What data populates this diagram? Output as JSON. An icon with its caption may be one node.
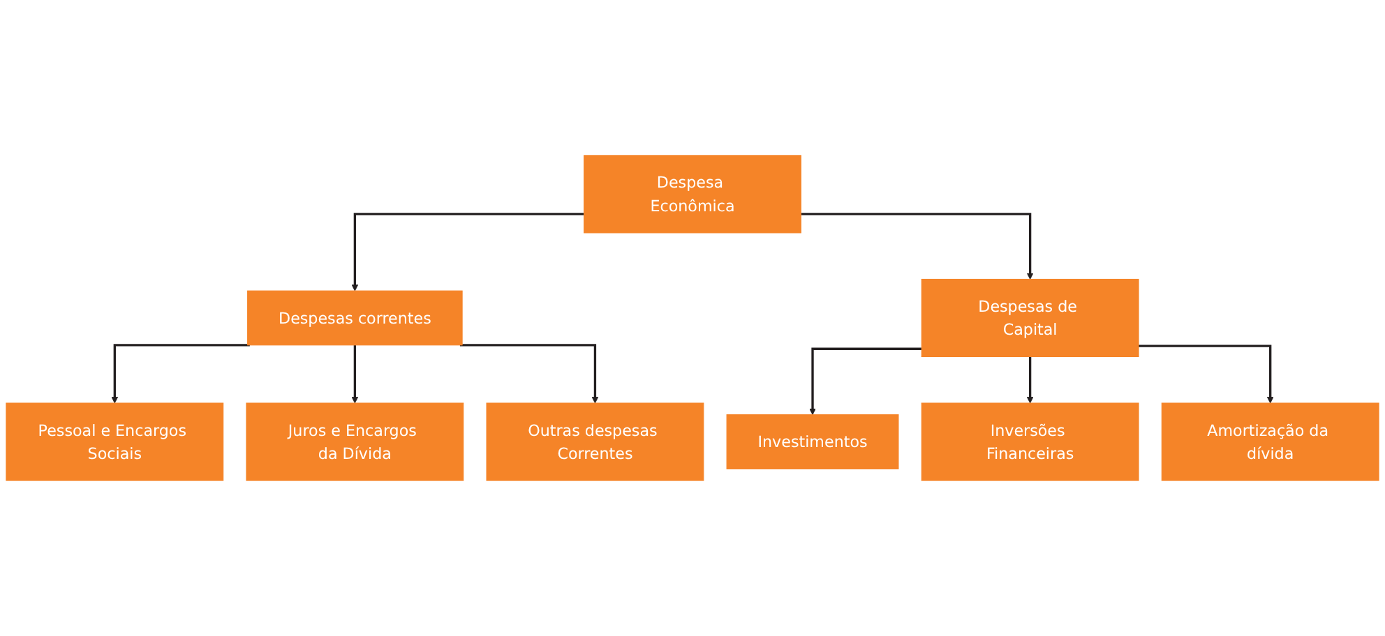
{
  "diagram": {
    "nodes": [
      {
        "text": [
          "Despesa Econômica"
        ]
      },
      {
        "text": [
          "Despesas correntes"
        ]
      },
      {
        "text": [
          "Despesas de Capital"
        ]
      },
      {
        "text": [
          "Pessoal e Encargos Sociais"
        ]
      },
      {
        "text": [
          "Juros e Encargos da Dívida"
        ]
      },
      {
        "text": [
          "Outras despesas Correntes"
        ]
      },
      {
        "text": [
          "Investimentos"
        ]
      },
      {
        "text": [
          "Inversões Financeiras"
        ]
      },
      {
        "text": [
          "Amortização da dívida"
        ]
      }
    ],
    "edges": [
      {
        "from": 0,
        "to": 1,
        "arrow": "to"
      },
      {
        "from": 0,
        "to": 2,
        "arrow": "to"
      },
      {
        "from": 1,
        "to": 3,
        "arrow": "to"
      },
      {
        "from": 1,
        "to": 4,
        "arrow": "to"
      },
      {
        "from": 1,
        "to": 5,
        "arrow": "to"
      },
      {
        "from": 2,
        "to": 6,
        "arrow": "to"
      },
      {
        "from": 2,
        "to": 7,
        "arrow": "to"
      },
      {
        "from": 2,
        "to": 8,
        "arrow": "to"
      }
    ]
  }
}
